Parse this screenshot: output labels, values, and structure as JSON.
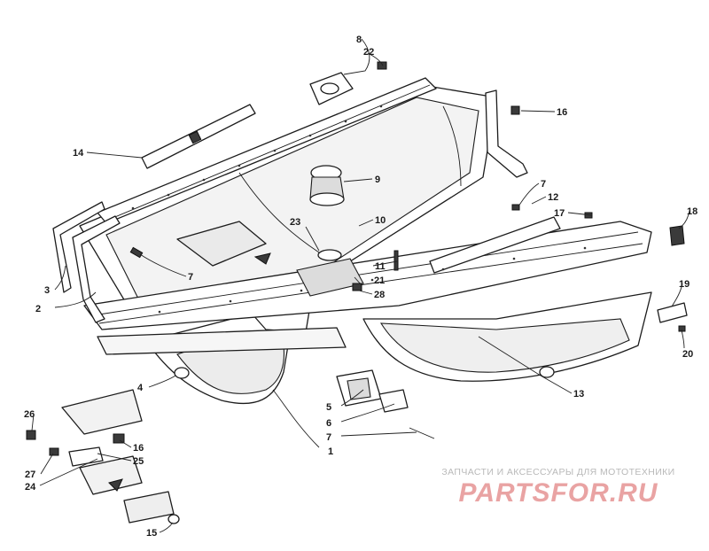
{
  "callouts": [
    {
      "id": "c1",
      "label": "1"
    },
    {
      "id": "c2",
      "label": "2"
    },
    {
      "id": "c3",
      "label": "3"
    },
    {
      "id": "c4",
      "label": "4"
    },
    {
      "id": "c5",
      "label": "5"
    },
    {
      "id": "c6",
      "label": "6"
    },
    {
      "id": "c7a",
      "label": "7"
    },
    {
      "id": "c7b",
      "label": "7"
    },
    {
      "id": "c7c",
      "label": "7"
    },
    {
      "id": "c8",
      "label": "8"
    },
    {
      "id": "c9",
      "label": "9"
    },
    {
      "id": "c10",
      "label": "10"
    },
    {
      "id": "c11",
      "label": "11"
    },
    {
      "id": "c12",
      "label": "12"
    },
    {
      "id": "c13",
      "label": "13"
    },
    {
      "id": "c14",
      "label": "14"
    },
    {
      "id": "c15",
      "label": "15"
    },
    {
      "id": "c16a",
      "label": "16"
    },
    {
      "id": "c16b",
      "label": "16"
    },
    {
      "id": "c17",
      "label": "17"
    },
    {
      "id": "c18",
      "label": "18"
    },
    {
      "id": "c19",
      "label": "19"
    },
    {
      "id": "c20",
      "label": "20"
    },
    {
      "id": "c21",
      "label": "21"
    },
    {
      "id": "c22",
      "label": "22"
    },
    {
      "id": "c23",
      "label": "23"
    },
    {
      "id": "c24",
      "label": "24"
    },
    {
      "id": "c25",
      "label": "25"
    },
    {
      "id": "c26",
      "label": "26"
    },
    {
      "id": "c27",
      "label": "27"
    },
    {
      "id": "c28",
      "label": "28"
    }
  ],
  "watermark": {
    "tagline": "ЗАПЧАСТИ И АКСЕССУАРЫ ДЛЯ МОТОТЕХНИКИ",
    "brand": "PARTSFOR.RU",
    "tagline_color": "#b9b9b9",
    "brand_color": "#e9a3a3"
  }
}
